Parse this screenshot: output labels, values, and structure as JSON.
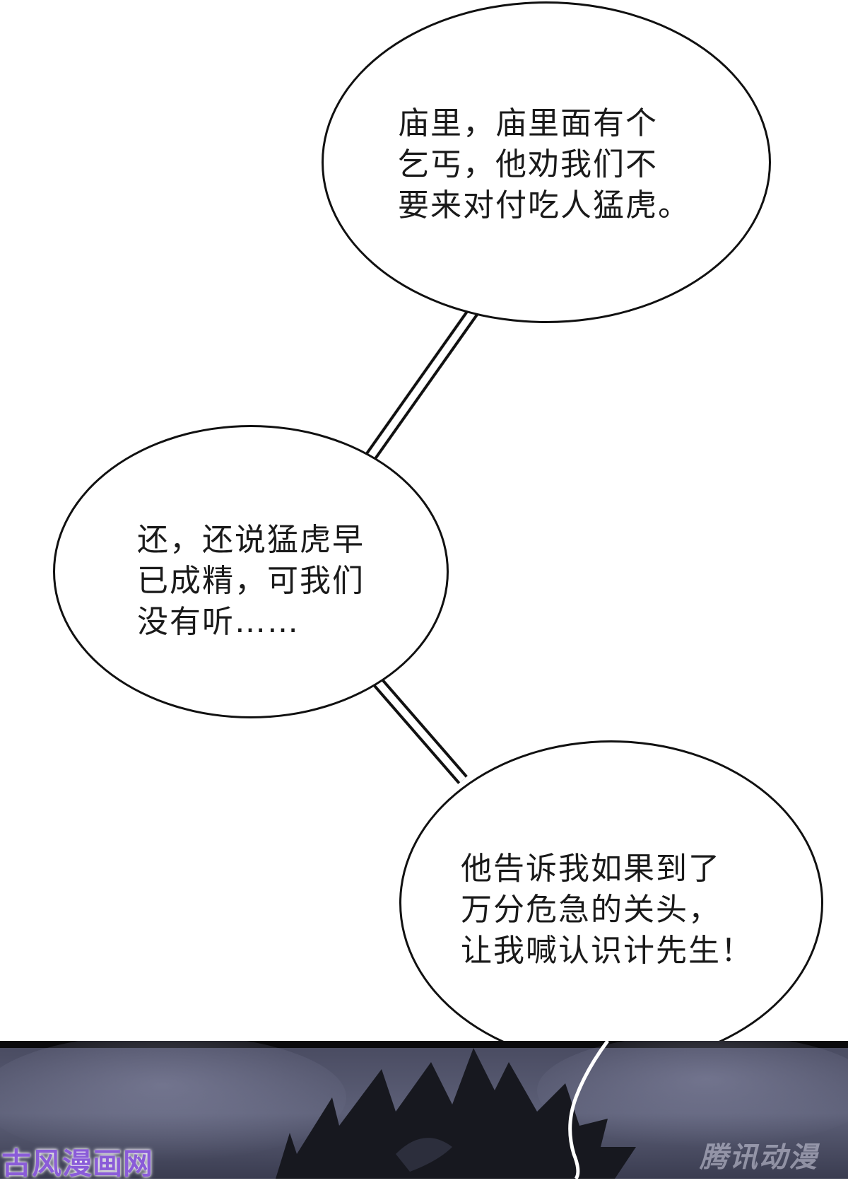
{
  "bubbles": [
    {
      "lines": [
        "庙里，庙里面有个",
        "乞丐，他劝我们不",
        "要来对付吃人猛虎。"
      ]
    },
    {
      "lines": [
        "还，还说猛虎早",
        "已成精，可我们",
        "没有听……"
      ]
    },
    {
      "lines": [
        "他告诉我如果到了",
        "万分危急的关头，",
        "让我喊认识计先生！"
      ]
    }
  ],
  "watermarks": {
    "left": "古风漫画网",
    "right": "腾讯动漫"
  },
  "colors": {
    "background": "#ffffff",
    "bubble_border": "#111111",
    "text": "#1a1a1a",
    "watermark_left": "#8a5cd8"
  }
}
